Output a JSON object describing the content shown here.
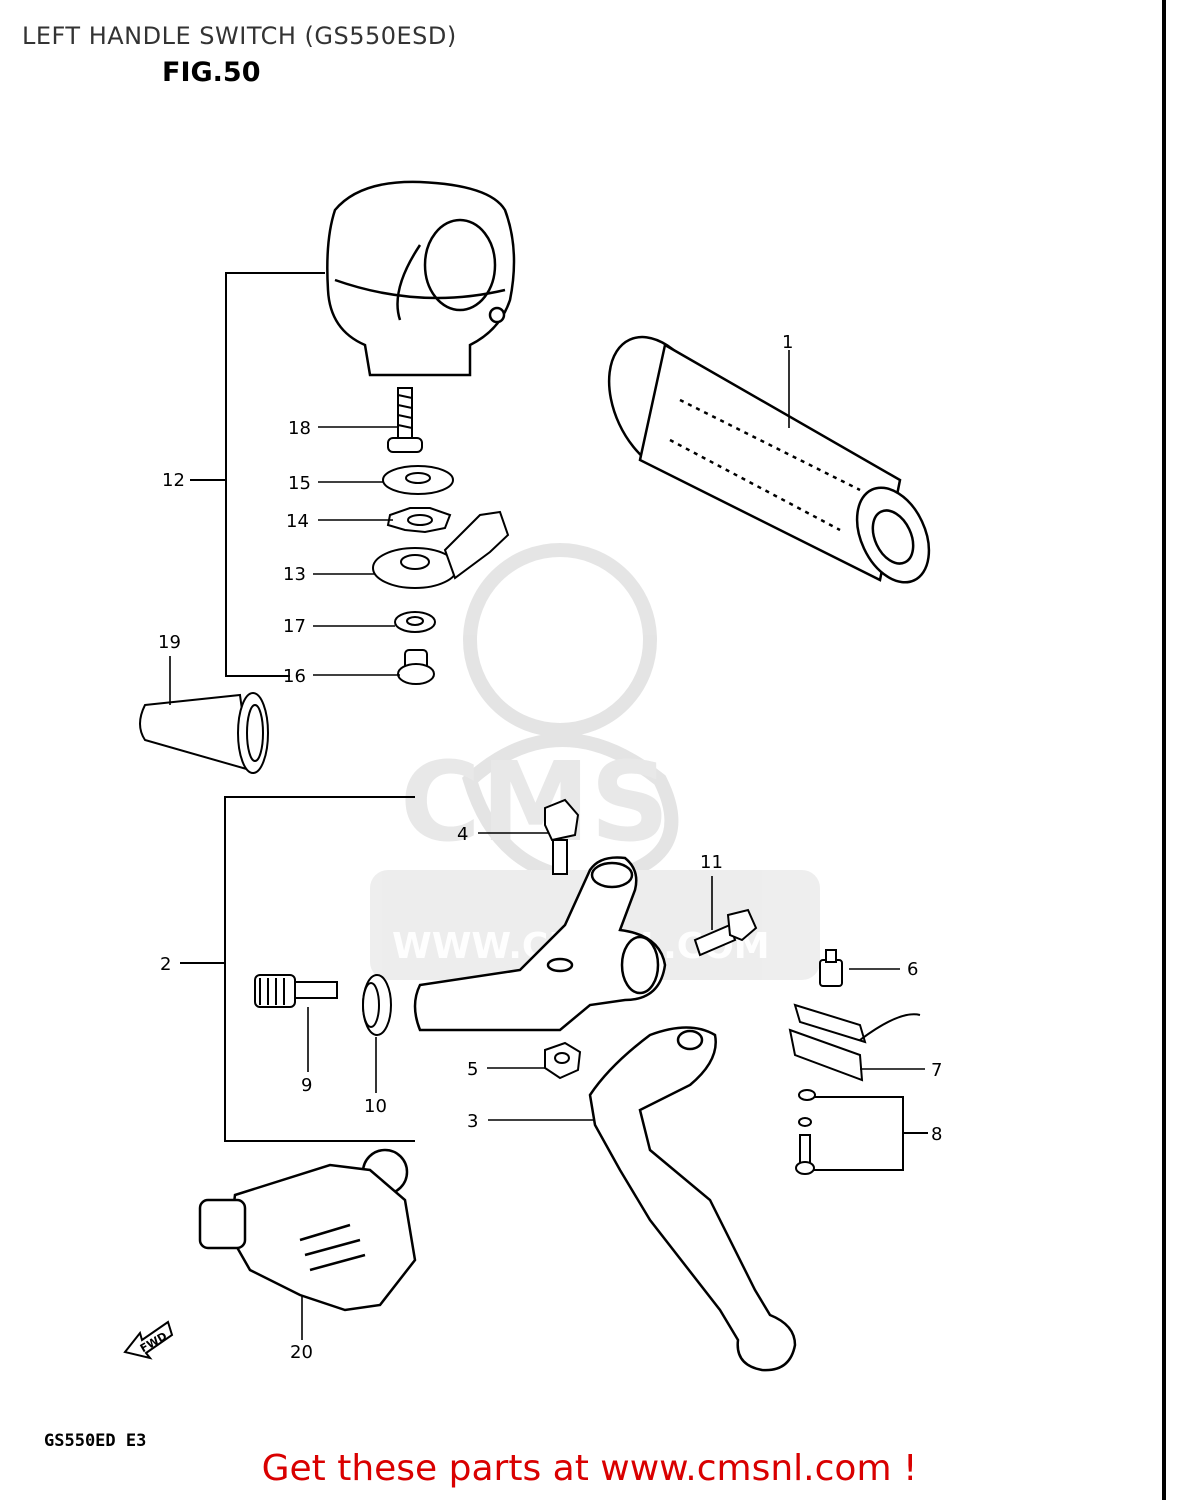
{
  "page_title": "LEFT HANDLE SWITCH (GS550ESD)",
  "figure_label": "FIG.50",
  "model_code": "GS550ED E3",
  "call_to_action": "Get these parts at www.cmsnl.com !",
  "watermark": "WWW.CMSNL.COM",
  "direction_label": "FWD",
  "callouts": [
    "1",
    "2",
    "3",
    "4",
    "5",
    "6",
    "7",
    "8",
    "9",
    "10",
    "11",
    "12",
    "13",
    "14",
    "15",
    "16",
    "17",
    "18",
    "19",
    "20"
  ],
  "colors": {
    "cta": "#d90000",
    "ink": "#000000",
    "watermark": "#dddddd"
  }
}
